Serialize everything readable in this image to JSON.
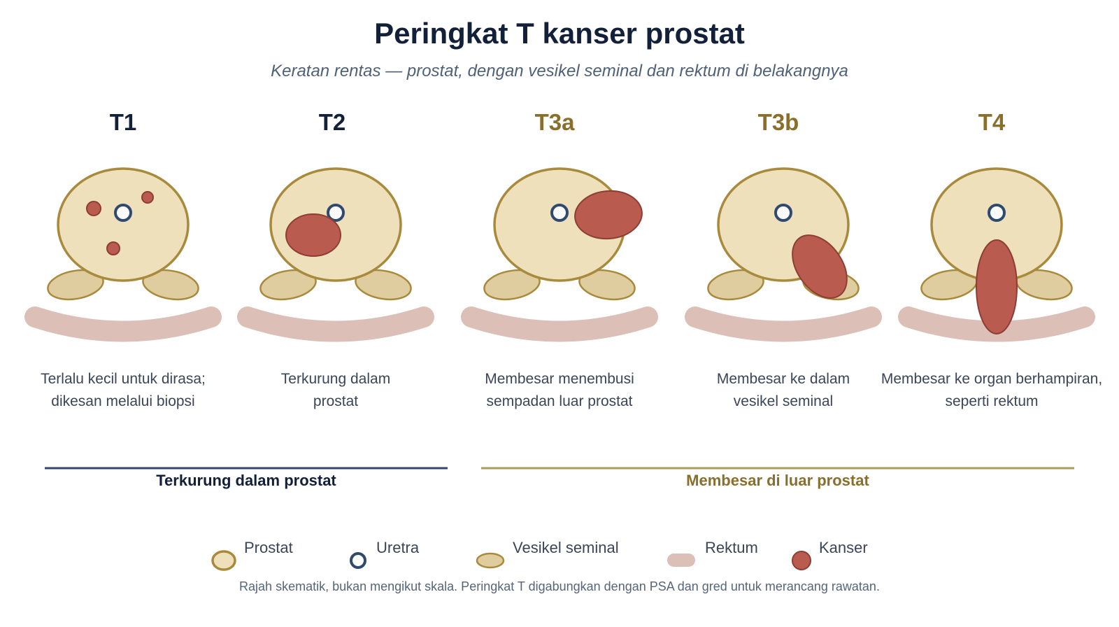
{
  "title": "Peringkat T kanser prostat",
  "subtitle": "Keratan rentas — prostat, dengan vesikel seminal dan rektum di belakangnya",
  "colors": {
    "prostate_fill": "#ede0bb",
    "prostate_stroke": "#a98a3c",
    "vesicle_fill": "#e0cd9f",
    "rectum": "#dcbfb7",
    "cancer_fill": "#b95b4f",
    "cancer_stroke": "#8e3d35",
    "urethra_stroke": "#2f4a6e",
    "confined_color": "#13203a",
    "extended_color": "#8a6f2c"
  },
  "stages": [
    {
      "label": "T1",
      "desc_lines": [
        "Terlalu kecil untuk dirasa;",
        "dikesan melalui biopsi"
      ],
      "group": "confined"
    },
    {
      "label": "T2",
      "desc_lines": [
        "Terkurung dalam",
        "prostat"
      ],
      "group": "confined"
    },
    {
      "label": "T3a",
      "desc_lines": [
        "Membesar menembusi",
        "sempadan luar prostat"
      ],
      "group": "extended"
    },
    {
      "label": "T3b",
      "desc_lines": [
        "Membesar ke dalam",
        "vesikel seminal"
      ],
      "group": "extended"
    },
    {
      "label": "T4",
      "desc_lines": [
        "Membesar ke organ berhampiran,",
        "seperti rektum"
      ],
      "group": "extended"
    }
  ],
  "groups": {
    "confined": "Terkurung dalam prostat",
    "extended": "Membesar di luar prostat"
  },
  "legend": [
    {
      "key": "prostate",
      "label": "Prostat"
    },
    {
      "key": "urethra",
      "label": "Uretra"
    },
    {
      "key": "vesicle",
      "label": "Vesikel seminal"
    },
    {
      "key": "rectum",
      "label": "Rektum"
    },
    {
      "key": "cancer",
      "label": "Kanser"
    }
  ],
  "footnote": "Rajah skematik, bukan mengikut skala. Peringkat T digabungkan dengan PSA dan gred untuk merancang rawatan."
}
